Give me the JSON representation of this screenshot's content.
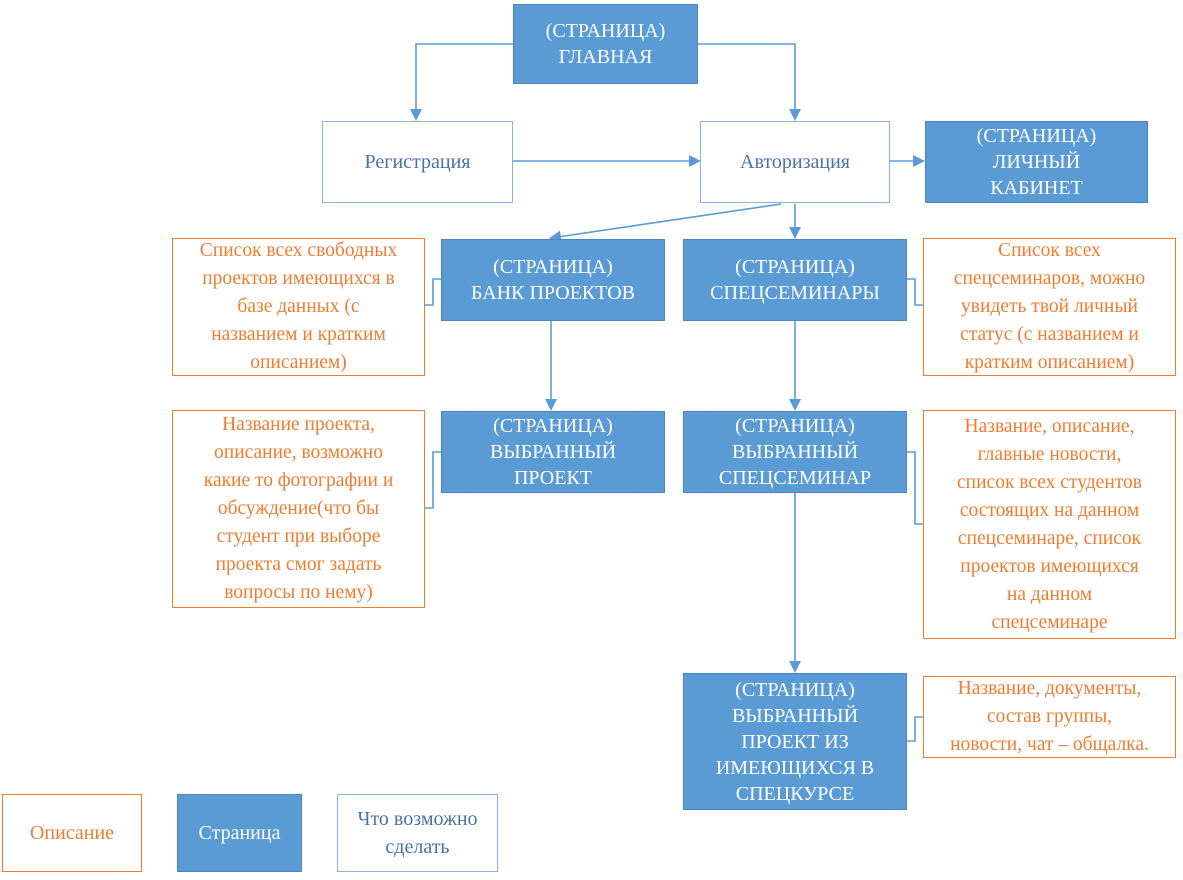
{
  "pages": {
    "main": "(СТРАНИЦА)\nГЛАВНАЯ",
    "cabinet": "(СТРАНИЦА)\nЛИЧНЫЙ\nКАБИНЕТ",
    "project_bank": "(СТРАНИЦА)\nБАНК ПРОЕКТОВ",
    "seminars": "(СТРАНИЦА)\nСПЕЦСЕМИНАРЫ",
    "selected_project": "(СТРАНИЦА)\nВЫБРАННЫЙ\nПРОЕКТ",
    "selected_seminar": "(СТРАНИЦА)\nВЫБРАННЫЙ\nСПЕЦСЕМИНАР",
    "course_project": "(СТРАНИЦА)\nВЫБРАННЫЙ\nПРОЕКТ ИЗ\nИМЕЮЩИХСЯ В\nСПЕЦКУРСЕ"
  },
  "actions": {
    "registration": "Регистрация",
    "authorization": "Авторизация"
  },
  "descriptions": {
    "project_bank": "Список всех свободных\nпроектов имеющихся в\nбазе данных (с\nназванием и кратким\nописанием)",
    "seminars": "Список всех\nспецсеминаров, можно\nувидеть твой личный\nстатус (с названием и\nкратким описанием)",
    "selected_project": "Название проекта,\nописание, возможно\nкакие то фотографии и\nобсуждение(что бы\nстудент при выборе\nпроекта смог задать\nвопросы по нему)",
    "selected_seminar": "Название, описание,\nглавные новости,\nсписок всех студентов\nсостоящих на данном\nспецсеминаре, список\nпроектов имеющихся\nна данном\nспецсеминаре",
    "course_project": "Название, документы,\nсостав группы,\nновости, чат – общалка."
  },
  "legend": {
    "description": "Описание",
    "page": "Страница",
    "action": "Что возможно\nсделать"
  },
  "colors": {
    "page_fill": "#5b9bd5",
    "description_border": "#ed7d31",
    "connector": "#5b9bd5"
  }
}
